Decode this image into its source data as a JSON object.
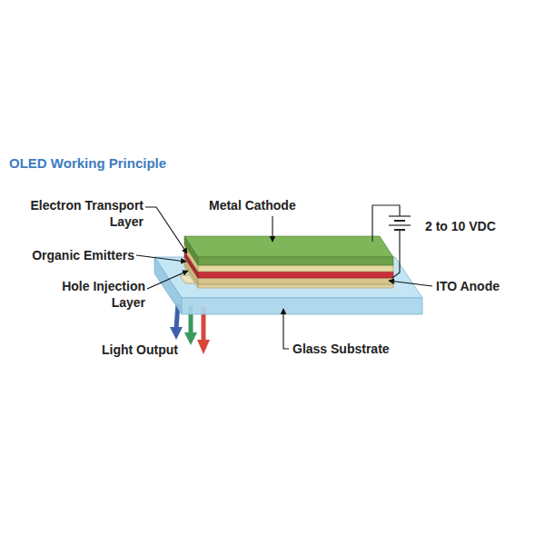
{
  "diagram": {
    "title": "OLED Working Principle",
    "labels": [
      "Electron Transport Layer",
      "Metal Cathode",
      "Organic Emitters",
      "Hole Injection Layer",
      "2 to 10 VDC",
      "ITO Anode",
      "Light Output",
      "Glass Substrate"
    ]
  }
}
